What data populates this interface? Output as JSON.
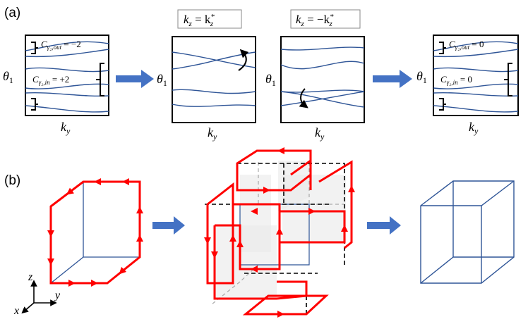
{
  "panel_a": {
    "label": "(a)",
    "axis_theta": "θ",
    "axis_theta_sub": "1",
    "axis_k": "k",
    "axis_k_sub": "y",
    "box1": {
      "c_out_C": "C",
      "c_out_sub": "γ₂,out",
      "c_out_value": " = −2",
      "c_in_C": "C",
      "c_in_sub": "γ₂,in",
      "c_in_value": " = +2"
    },
    "kz_plus": "k",
    "kz_plus_sub": "z",
    "kz_plus_rest": " = k",
    "kz_plus_sub2": "z",
    "kz_plus_sup": "*",
    "kz_minus": "k",
    "kz_minus_sub": "z",
    "kz_minus_rest": " = −k",
    "kz_minus_sub2": "z",
    "kz_minus_sup": "*",
    "box4": {
      "c_out_C": "C",
      "c_out_sub": "γ₂,out",
      "c_out_value": " = 0",
      "c_in_C": "C",
      "c_in_sub": "γ₂,in",
      "c_in_value": " = 0"
    }
  },
  "panel_b": {
    "label": "(b)",
    "axis_z": "z",
    "axis_y": "y",
    "axis_x": "x"
  },
  "colors": {
    "band_blue": "#2f5597",
    "arrow_blue": "#4472c4",
    "hinge_red": "#ff0000",
    "cube_blue": "#2f5597"
  }
}
